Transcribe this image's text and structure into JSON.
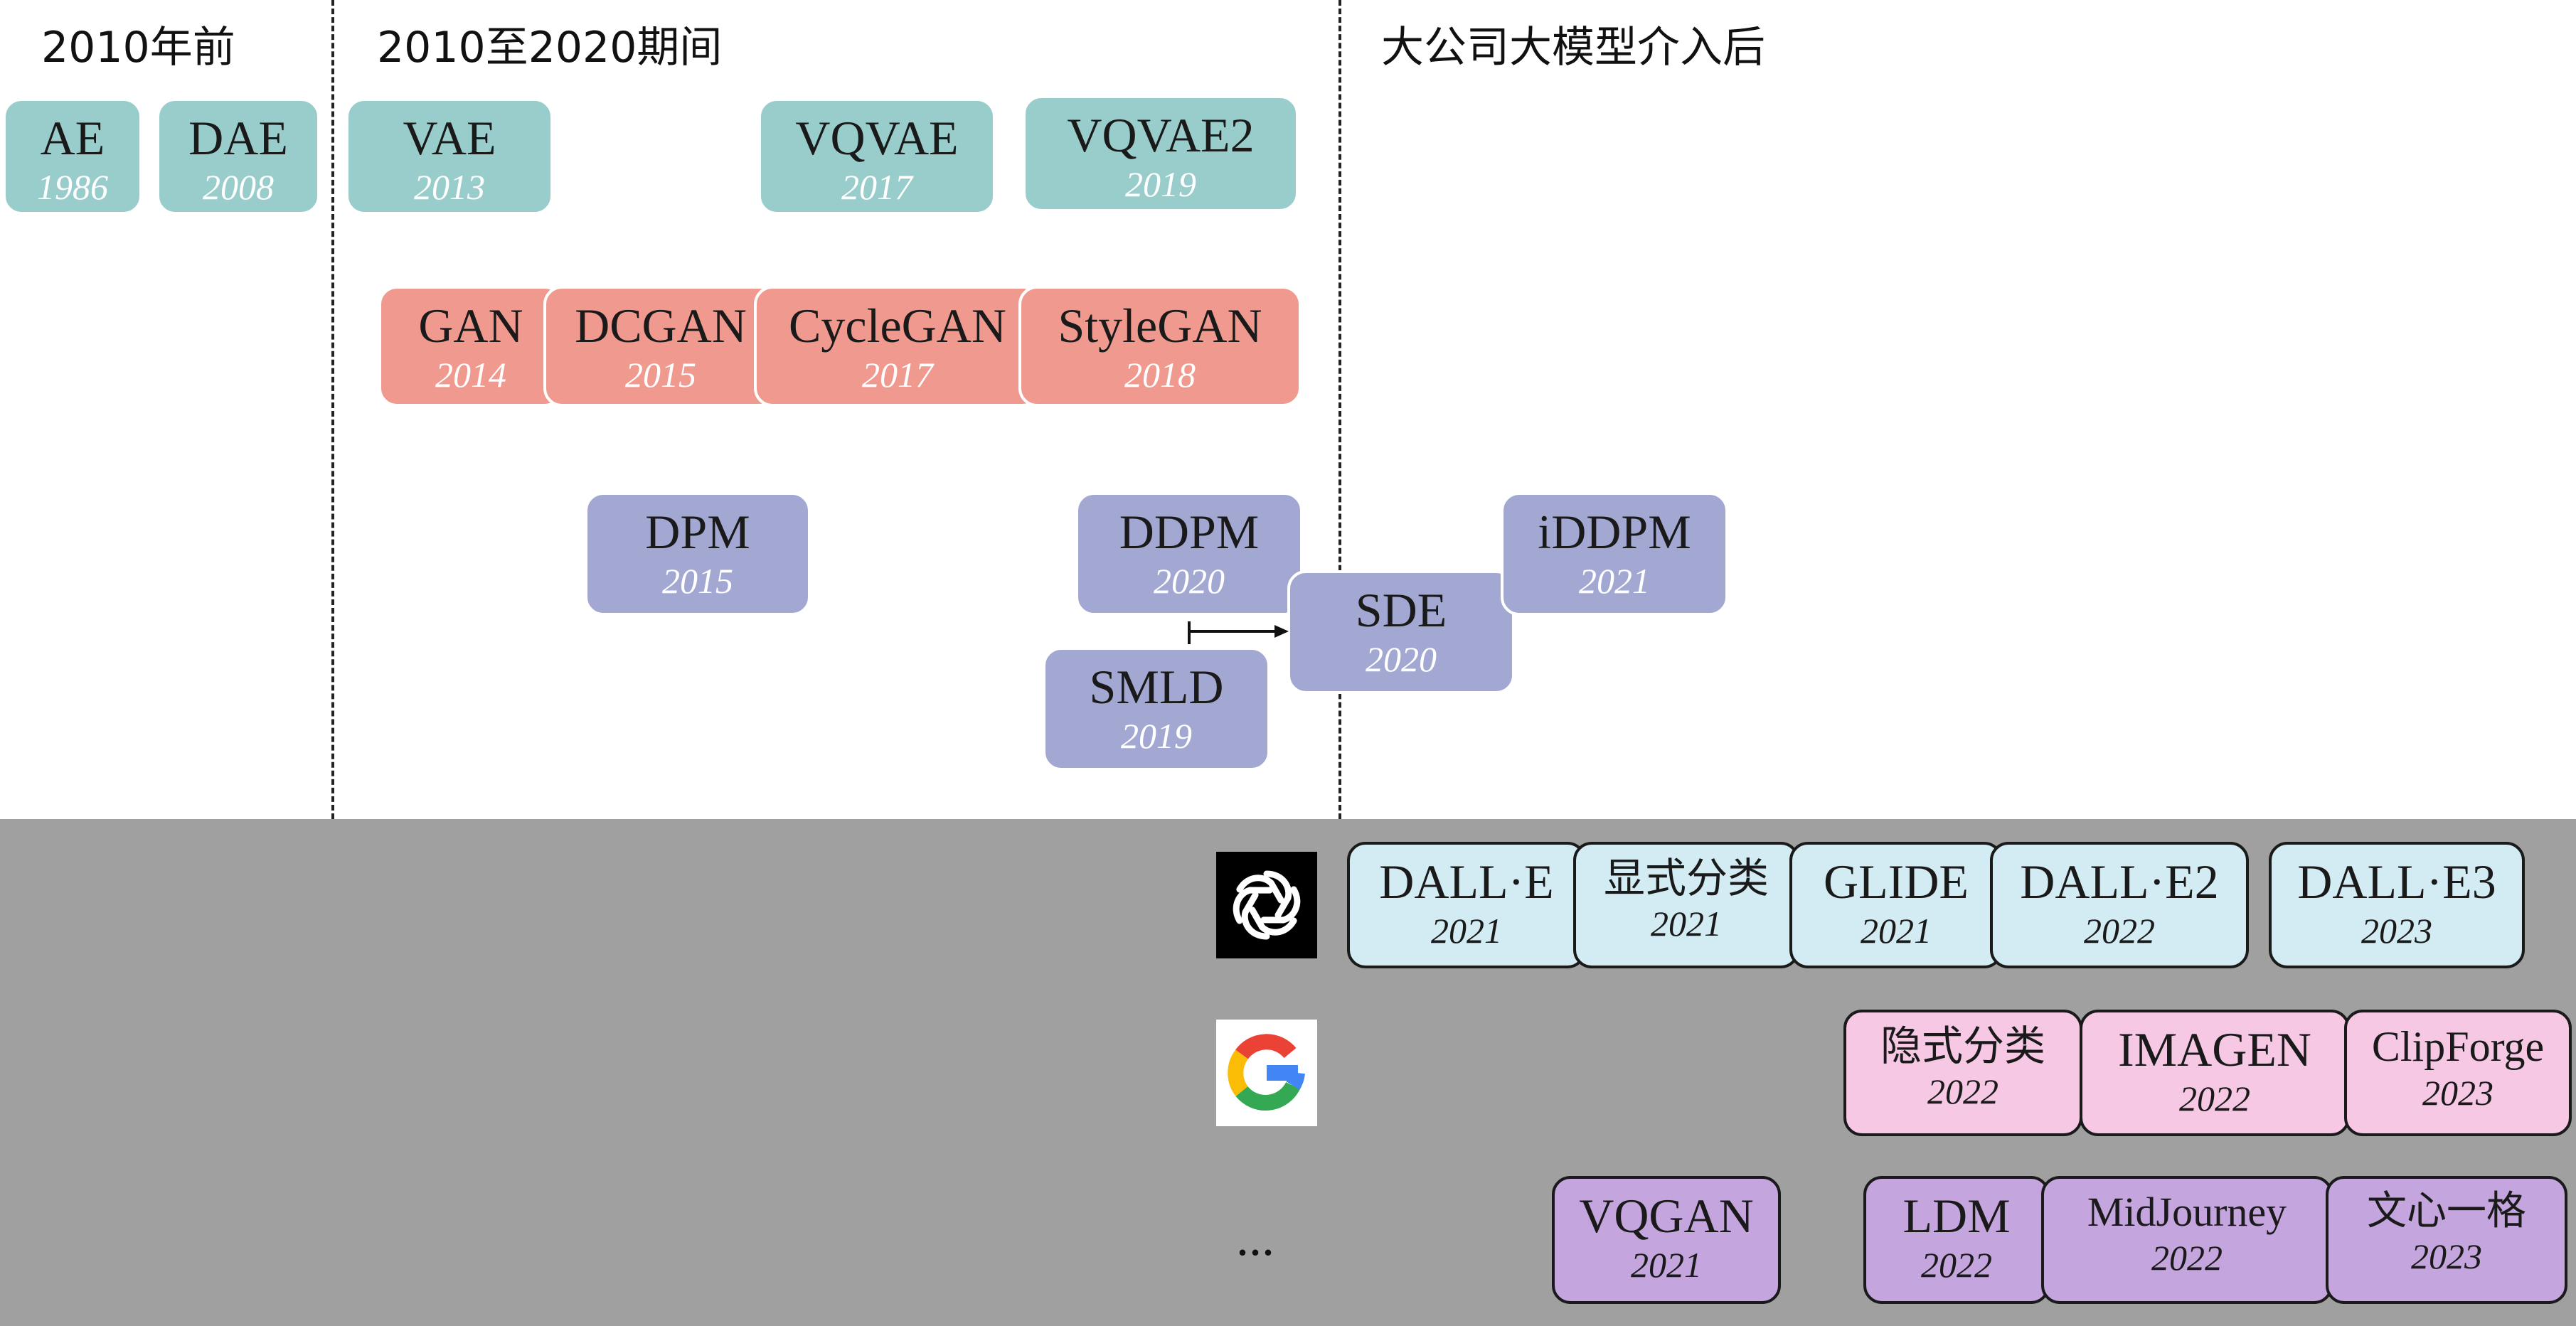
{
  "eras": {
    "before_2010": "2010年前",
    "from_2010_to_2020": "2010至2020期间",
    "after_big_models": "大公司大模型介入后"
  },
  "autoencoders": [
    {
      "name": "AE",
      "year": "1986"
    },
    {
      "name": "DAE",
      "year": "2008"
    },
    {
      "name": "VAE",
      "year": "2013"
    },
    {
      "name": "VQVAE",
      "year": "2017"
    },
    {
      "name": "VQVAE2",
      "year": "2019"
    }
  ],
  "gans": [
    {
      "name": "GAN",
      "year": "2014"
    },
    {
      "name": "DCGAN",
      "year": "2015"
    },
    {
      "name": "CycleGAN",
      "year": "2017"
    },
    {
      "name": "StyleGAN",
      "year": "2018"
    }
  ],
  "diffusion": [
    {
      "name": "DPM",
      "year": "2015"
    },
    {
      "name": "DDPM",
      "year": "2020"
    },
    {
      "name": "SMLD",
      "year": "2019"
    },
    {
      "name": "SDE",
      "year": "2020"
    },
    {
      "name": "iDDPM",
      "year": "2021"
    }
  ],
  "openai_models": [
    {
      "name": "DALL·E",
      "year": "2021"
    },
    {
      "name": "显式分类",
      "year": "2021"
    },
    {
      "name": "GLIDE",
      "year": "2021"
    },
    {
      "name": "DALL·E2",
      "year": "2022"
    },
    {
      "name": "DALL·E3",
      "year": "2023"
    }
  ],
  "google_models": [
    {
      "name": "隐式分类",
      "year": "2022"
    },
    {
      "name": "IMAGEN",
      "year": "2022"
    },
    {
      "name": "ClipForge",
      "year": "2023"
    }
  ],
  "other_models": {
    "ellipsis": "...",
    "items": [
      {
        "name": "VQGAN",
        "year": "2021"
      },
      {
        "name": "LDM",
        "year": "2022"
      },
      {
        "name": "MidJourney",
        "year": "2022"
      },
      {
        "name": "文心一格",
        "year": "2023"
      }
    ]
  },
  "icons": {
    "openai": "openai-logo-icon",
    "google": "google-logo-icon"
  },
  "colors": {
    "autoencoder": "#99cdcc",
    "gan": "#f0998f",
    "diffusion": "#a2a8d2",
    "openai": "#d3ebf2",
    "google": "#f6c8e4",
    "other": "#c4a5de",
    "bottom_band": "#a0a0a0"
  }
}
